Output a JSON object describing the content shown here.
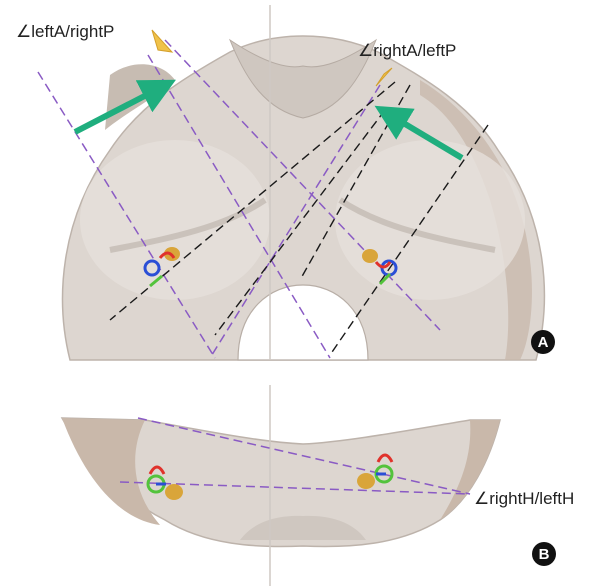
{
  "panel_a": {
    "label_left_angle": "∠leftA/rightP",
    "label_right_angle": "∠rightA/leftP",
    "badge": "A"
  },
  "panel_b": {
    "label_angle": "∠rightH/leftH",
    "badge": "B"
  },
  "colors": {
    "bone_fill": "#d9d3cd",
    "bone_edge": "#b7aea6",
    "bone_dark": "#c4b3a6",
    "purple_dash": "#8a5bc4",
    "black_dash": "#1a1a1a",
    "green_arrow": "#1fae7e",
    "ossicle_gold": "#d9a53a",
    "ring_red": "#e0322b",
    "ring_blue": "#2b4fd6",
    "ring_green": "#53c33c",
    "badge": "#111111"
  }
}
